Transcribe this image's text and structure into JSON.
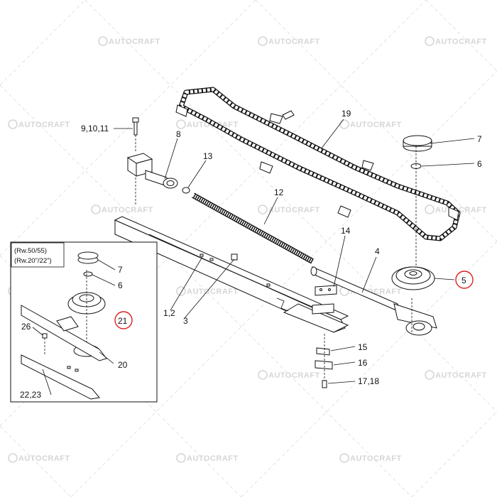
{
  "watermark": {
    "text": "AUTOCRAFT"
  },
  "colors": {
    "line": "#111111",
    "highlight": "#dd2222",
    "watermark": "#d6d6d6",
    "background": "#ffffff"
  },
  "inset": {
    "line1": "(Rw.50/55)",
    "line2": "(Rw.20\"/22\")"
  },
  "labels": {
    "p9_10_11": "9,10,11",
    "p8": "8",
    "p13": "13",
    "p12": "12",
    "p19": "19",
    "p7": "7",
    "p6": "6",
    "p14": "14",
    "p4": "4",
    "p5": "5",
    "p1_2": "1,2",
    "p3": "3",
    "p15": "15",
    "p16": "16",
    "p17_18": "17,18",
    "in7": "7",
    "in6": "6",
    "in21": "21",
    "in26": "26",
    "in20": "20",
    "in22_23": "22,23"
  }
}
